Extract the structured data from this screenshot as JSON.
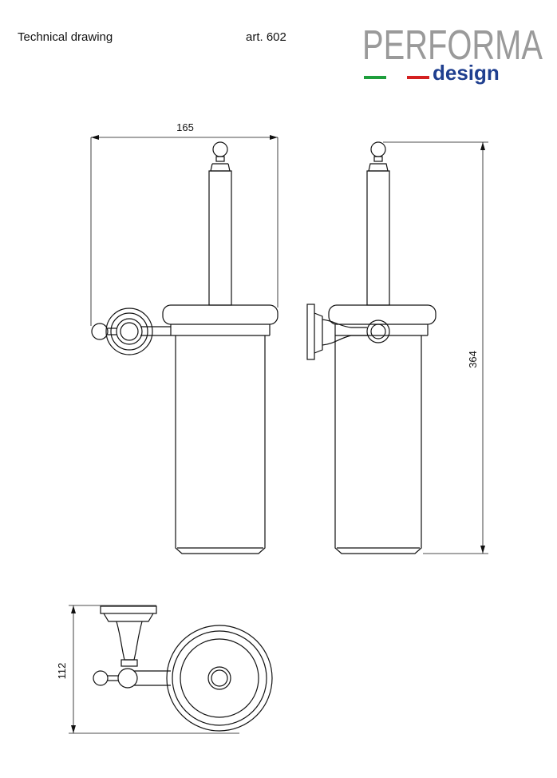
{
  "header": {
    "title": "Technical drawing",
    "article": "art. 602"
  },
  "logo": {
    "word1": "PERFORMA",
    "word2": "design",
    "colors": {
      "green": "#1e9e3c",
      "red": "#d42020",
      "blue": "#1f3f8f",
      "grey": "#9a9a9a"
    }
  },
  "dimensions": {
    "width": "165",
    "height": "364",
    "depth": "112"
  }
}
